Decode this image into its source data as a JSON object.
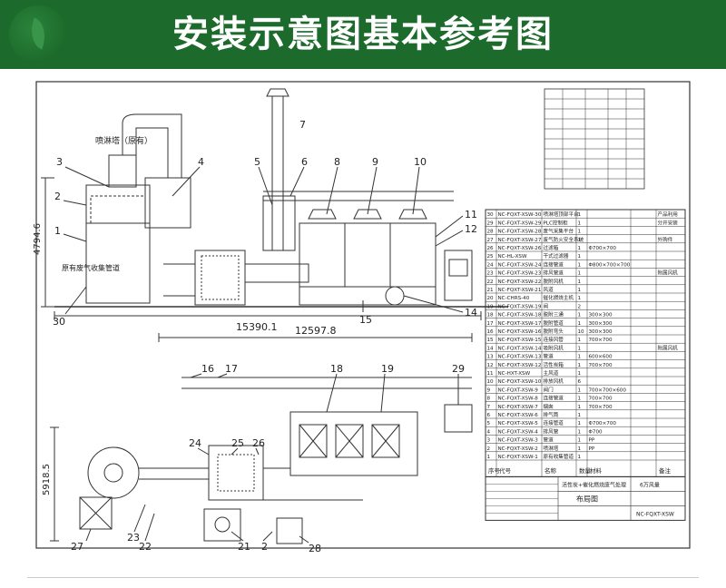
{
  "banner": {
    "title": "安装示意图基本参考图"
  },
  "elevation": {
    "callouts": [
      "3",
      "4",
      "5",
      "6",
      "7",
      "8",
      "9",
      "10",
      "11",
      "12",
      "2",
      "1",
      "30",
      "15",
      "14"
    ],
    "label_tower": "喷淋塔（原有）",
    "label_pipe": "原有废气收集管道",
    "dim_height": "4794.6",
    "dim_length": "15390.1"
  },
  "plan": {
    "dim_length": "12597.8",
    "dim_height": "5918.5",
    "callouts": [
      "16",
      "17",
      "18",
      "19",
      "29",
      "24",
      "25",
      "26",
      "27",
      "23",
      "22",
      "21",
      "2",
      "28"
    ]
  },
  "bom": {
    "header": [
      "序号",
      "代号",
      "名称",
      "数量",
      "材料",
      "备注"
    ],
    "rows": [
      [
        "30",
        "NC-FQXT-XSW-30",
        "喷淋塔顶部平台",
        "1",
        "",
        "",
        "产品利用"
      ],
      [
        "29",
        "NC-FQXT-XSW-29",
        "PLC控制柜",
        "1",
        "",
        "",
        "分开安装"
      ],
      [
        "28",
        "NC-FQXT-XSW-28",
        "废气采集平台",
        "1",
        "",
        "",
        ""
      ],
      [
        "27",
        "NC-FQXT-XSW-27",
        "废气防火安全系统",
        "1",
        "",
        "",
        "外购件"
      ],
      [
        "26",
        "NC-FQXT-XSW-26",
        "过滤箱",
        "1",
        "Φ700×700",
        "",
        ""
      ],
      [
        "25",
        "NC-HL-XSW",
        "干式过滤器",
        "1",
        "",
        "",
        ""
      ],
      [
        "24",
        "NC-FQXT-XSW-24",
        "连接管道",
        "1",
        "Φ800×700×700",
        "",
        ""
      ],
      [
        "23",
        "NC-FQXT-XSW-23",
        "排风管道",
        "1",
        "",
        "",
        "附属风机"
      ],
      [
        "22",
        "NC-FQXT-XSW-22",
        "脱附风机",
        "1",
        "",
        "",
        ""
      ],
      [
        "21",
        "NC-FQXT-XSW-21",
        "风道",
        "1",
        "",
        "",
        ""
      ],
      [
        "20",
        "NC-CHRS-40",
        "催化燃烧主机",
        "1",
        "",
        "",
        ""
      ],
      [
        "19",
        "NC-FQXT-XSW-19",
        "阀",
        "2",
        "",
        "",
        ""
      ],
      [
        "18",
        "NC-FQXT-XSW-18",
        "脱附三通",
        "1",
        "300×300",
        "",
        ""
      ],
      [
        "17",
        "NC-FQXT-XSW-17",
        "脱附管道",
        "1",
        "300×300",
        "",
        ""
      ],
      [
        "16",
        "NC-FQXT-XSW-16",
        "脱附弯头",
        "10",
        "300×300",
        "",
        ""
      ],
      [
        "15",
        "NC-FQXT-XSW-15",
        "连接风管",
        "1",
        "700×700",
        "",
        ""
      ],
      [
        "14",
        "NC-FQXT-XSW-14",
        "吸附风机",
        "1",
        "",
        "",
        "附属风机"
      ],
      [
        "13",
        "NC-FQXT-XSW-13",
        "管道",
        "1",
        "600×600",
        "",
        ""
      ],
      [
        "12",
        "NC-FQXT-XSW-12",
        "活性炭箱",
        "1",
        "700×700",
        "",
        ""
      ],
      [
        "11",
        "NC-HXT-XSW",
        "主风道",
        "1",
        "",
        "",
        ""
      ],
      [
        "10",
        "NC-FQXT-XSW-10",
        "排放风机",
        "6",
        "",
        "",
        ""
      ],
      [
        "9",
        "NC-FQXT-XSW-9",
        "阀门",
        "1",
        "700×700×600",
        "",
        ""
      ],
      [
        "8",
        "NC-FQXT-XSW-8",
        "连接管道",
        "1",
        "700×700",
        "",
        ""
      ],
      [
        "7",
        "NC-FQXT-XSW-7",
        "烟囱",
        "1",
        "700×700",
        "",
        ""
      ],
      [
        "6",
        "NC-FQXT-XSW-6",
        "排气筒",
        "1",
        "",
        "",
        ""
      ],
      [
        "5",
        "NC-FQXT-XSW-5",
        "连接管道",
        "1",
        "Φ700×700",
        "",
        ""
      ],
      [
        "4",
        "NC-FQXT-XSW-4",
        "排风管",
        "1",
        "Φ700",
        "",
        ""
      ],
      [
        "3",
        "NC-FQXT-XSW-3",
        "管道",
        "1",
        "PP",
        "",
        ""
      ],
      [
        "2",
        "NC-FQXT-XSW-2",
        "喷淋塔",
        "1",
        "PP",
        "",
        ""
      ],
      [
        "1",
        "NC-FQXT-XSW-1",
        "原有收集管道",
        "1",
        "",
        "",
        ""
      ]
    ],
    "title_block": {
      "project": "活性炭+催化燃烧废气处理",
      "drawing": "布局图",
      "code": "NC-FQXT-XSW",
      "scale": "6万风量"
    }
  },
  "colors": {
    "banner": "#1d6b2c",
    "line": "#333333"
  }
}
